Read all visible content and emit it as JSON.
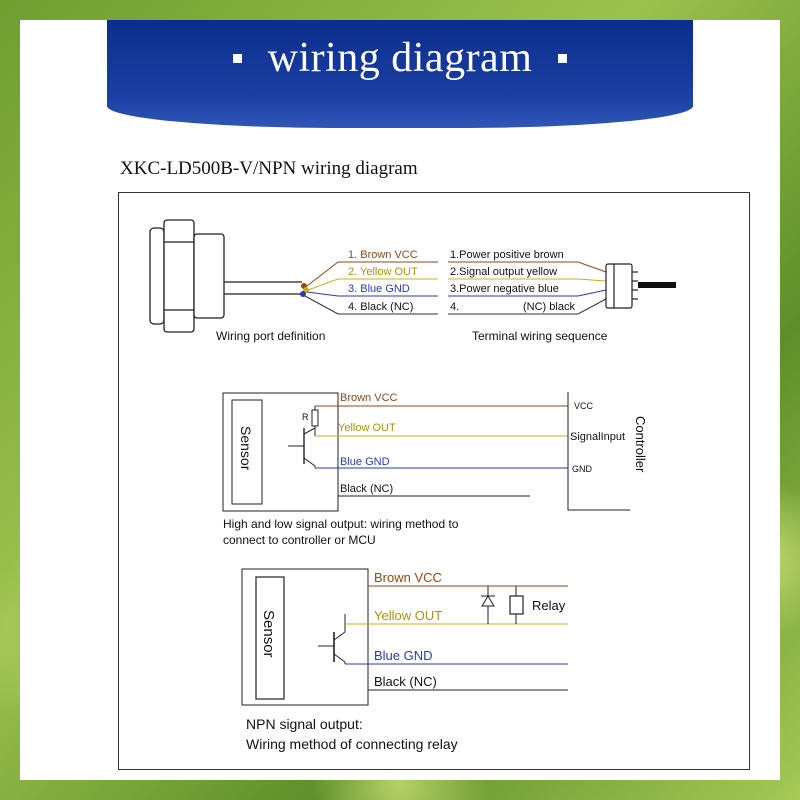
{
  "banner": {
    "title": "wiring diagram"
  },
  "doc_title": "XKC-LD500B-V/NPN wiring diagram",
  "colors": {
    "brown": "#8a4a1c",
    "yellow": "#c9b020",
    "blue": "#2a3ab8",
    "black": "#111111",
    "banner": "#1b3fa3"
  },
  "port_section": {
    "left_labels": [
      "1. Brown VCC",
      "2. Yellow OUT",
      "3. Blue GND",
      "4. Black (NC)"
    ],
    "right_labels": [
      "1.Power positive brown",
      "2.Signal output yellow",
      "3.Power negative blue",
      "4.",
      "(NC) black"
    ],
    "caption_left": "Wiring port definition",
    "caption_right": "Terminal wiring sequence"
  },
  "controller_section": {
    "sensor_label": "Sensor",
    "resistor_label": "R",
    "wires": [
      "Brown VCC",
      "Yellow OUT",
      "Blue GND",
      "Black (NC)"
    ],
    "terminals": [
      "VCC",
      "SignalInput",
      "GND"
    ],
    "controller_label": "Controller",
    "caption_1": "High and low signal output: wiring method to",
    "caption_2": "connect to controller or MCU"
  },
  "relay_section": {
    "sensor_label": "Sensor",
    "wires": [
      "Brown VCC",
      "Yellow OUT",
      "Blue GND",
      "Black (NC)"
    ],
    "relay_label": "Relay",
    "caption_1": "NPN signal output:",
    "caption_2": "Wiring method of connecting relay"
  }
}
